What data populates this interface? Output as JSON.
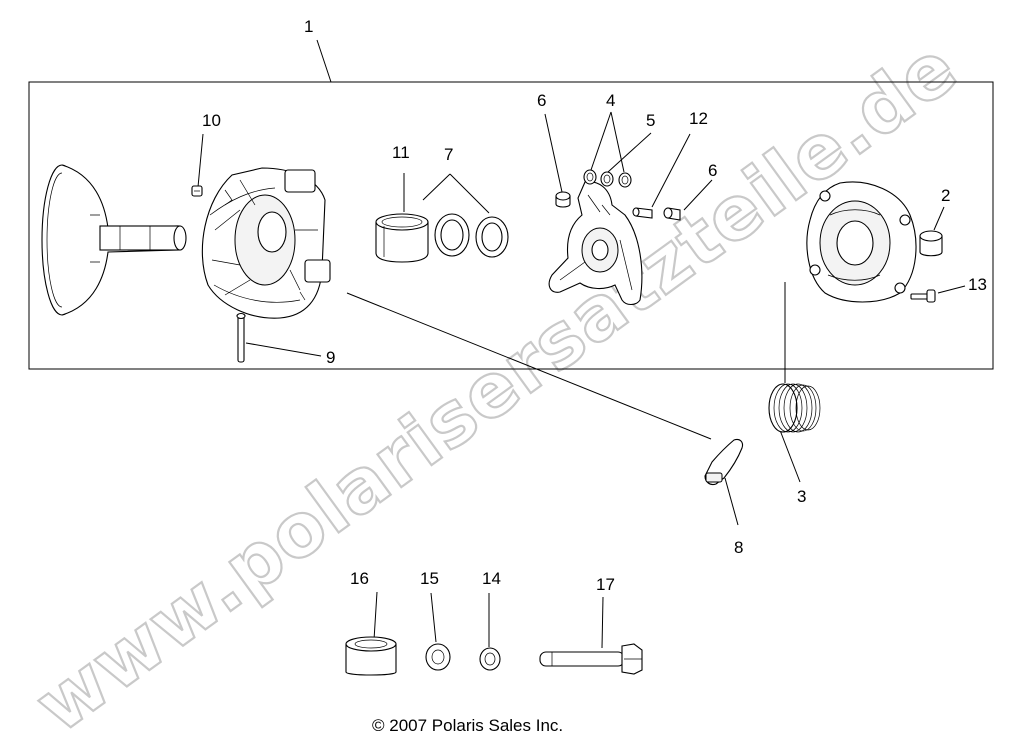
{
  "callouts": {
    "c1": "1",
    "c2": "2",
    "c3": "3",
    "c4": "4",
    "c5": "5",
    "c6a": "6",
    "c6b": "6",
    "c7": "7",
    "c8": "8",
    "c9": "9",
    "c10": "10",
    "c11": "11",
    "c12": "12",
    "c13": "13",
    "c14": "14",
    "c15": "15",
    "c16": "16",
    "c17": "17"
  },
  "copyright": "© 2007 Polaris Sales Inc.",
  "watermark": "www.polarisersatzteile.de",
  "colors": {
    "line": "#000000",
    "watermark_outline": "#c9c9c9",
    "background": "#ffffff"
  }
}
